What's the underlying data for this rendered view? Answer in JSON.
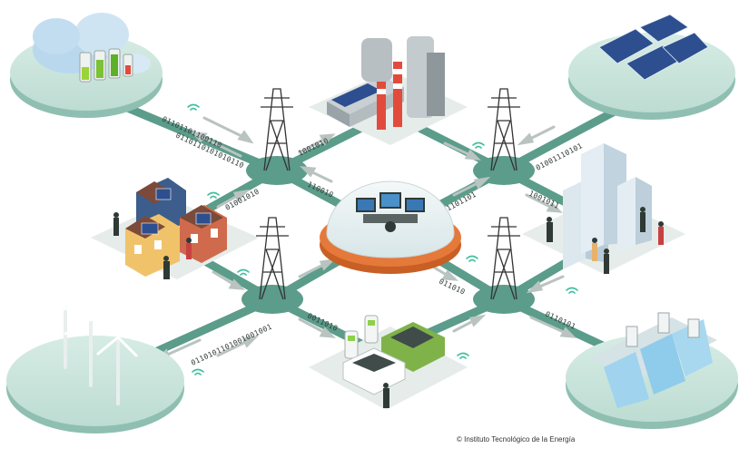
{
  "binary_labels": {
    "tl_upper": "01101101100110",
    "tl_lower": "0110110101010110",
    "center_upper": "1001010",
    "center_left": "110010",
    "house_link": "01001010",
    "center_right": "0111101101",
    "tr_upper": "01001110101",
    "right_mid": "1001011",
    "center_lower": "011010",
    "bl_lower": "0110101101001001001",
    "bottom_mid": "0011010",
    "br_link": "0110101"
  },
  "credit": "© Instituto Tecnológico de la Energía",
  "colors": {
    "platform": "#cde6df",
    "platform_edge": "#8fbfb1",
    "road": "#5c9c8a",
    "dome_base": "#e4793a",
    "arrow": "#b9c3c0",
    "wifi": "#3fbf9f"
  }
}
